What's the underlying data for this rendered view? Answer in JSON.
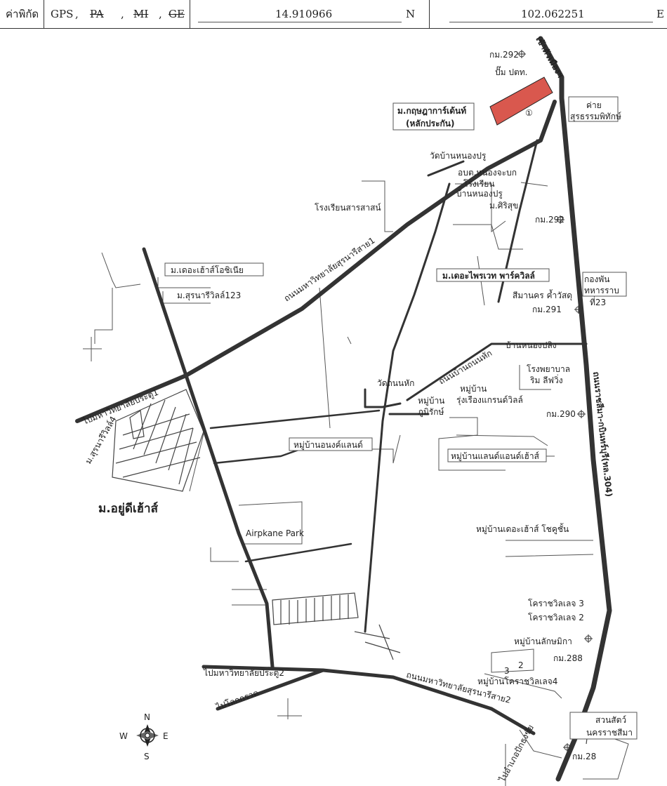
{
  "header": {
    "label": "ค่าพิกัด",
    "system": "GPS",
    "sep1": ",",
    "struck_pa": "PA",
    "sep2": ",",
    "struck_mi": "MI",
    "sep3": ",",
    "struck_ge": "GE",
    "latitude": "14.910966",
    "lat_dir": "N",
    "longitude": "102.062251",
    "lon_dir": "E"
  },
  "roads": {
    "main_highway": "ถนนราชสีมา-กบินทร์บุรี(ทล.304)",
    "uni_road1": "ถนนมหาวิทยาลัยสุรนารีสาย1",
    "uni_road2": "ถนนมหาวิทยาลัยสุรนารีสาย2",
    "to_city": "เข้าตัวเมืองฯ",
    "to_gate1": "ไปมหาวิทยาลัยประตู1",
    "to_gate2": "ไปมหาวิทยาลัยประตู2",
    "to_lokkrawat": "ไปโลกกรวด",
    "to_pakthongchai": "ไปอำเภอปักธงชัย",
    "nonhak_road": "ถนนบ้านถนนหัก",
    "nongpling": "บ้านหนองปลิง"
  },
  "places": {
    "target_name": "ม.กฤษฎาการ์เด้นท์",
    "target_sub": "(หลักประกัน)",
    "target_marker": "①",
    "pump": "ปั๊ม ปตท.",
    "camp": "ค่าย",
    "camp2": "สุรธรรมพิทักษ์",
    "wat_nongprue": "วัดบ้านหนองปรู",
    "obt": "อบต.หนองจะบก",
    "school_nongprue1": "โรงเรียน",
    "school_nongprue2": "บ้านหนองปรู",
    "siri": "ม.ศิริสุข",
    "school_sarasat": "โรงเรียนสารสาสน์",
    "the_asia": "ม.เดอะเฮ้าส์โอชิเนีย",
    "suranaree123": "ม.สุรนารีวิลล์123",
    "private_park": "ม.เดอะไพรเวท พาร์ควิลล์",
    "battalion1": "กองพัน",
    "battalion2": "ทหารราบ",
    "battalion3": "ที่23",
    "cemetery": "สีมานคร ค้ำวัสดุ",
    "hospital1": "โรงพยาบาล",
    "hospital2": "ริม ลีฟวิ่ง",
    "wat_nonhak": "วัดถนนหัก",
    "village_rungruang1": "หมู่บ้าน",
    "village_rungruang2": "รุ่งเรืองแกรนด์วิลล์",
    "village_poom1": "หมู่บ้าน",
    "village_poom2": "ภูมิรักษ์",
    "suranaree4": "ม.สุรนารีวิลล์4",
    "village_anong": "หมู่บ้านอนงค์แลนด์",
    "village_land": "หมู่บ้านแลนด์แอนด์เฮ้าส์",
    "yudee": "ม.อยู่ดีเฮ้าส์",
    "airpkane": "Airpkane Park",
    "village_thehouse": "หมู่บ้านเดอะเฮ้าส์ โชคูชั้น",
    "korat3": "โคราชวิลเลจ 3",
    "korat2": "โคราชวิลเลจ 2",
    "laksmika": "หมู่บ้านลักษมิกา",
    "korat4": "หมู่บ้านโคราชวิลเลจ4",
    "marker2": "2",
    "marker3": "3",
    "zoo1": "สวนสัตว์",
    "zoo2": "นครราชสีมา"
  },
  "km": {
    "k292a": "กม.292",
    "k292b": "กม.292",
    "k291": "กม.291",
    "k290": "กม.290",
    "k288": "กม.288",
    "k28x": "กม.28"
  },
  "compass": {
    "n": "N",
    "s": "S",
    "e": "E",
    "w": "W"
  },
  "colors": {
    "target_fill": "#d9584e",
    "road": "#333333"
  }
}
